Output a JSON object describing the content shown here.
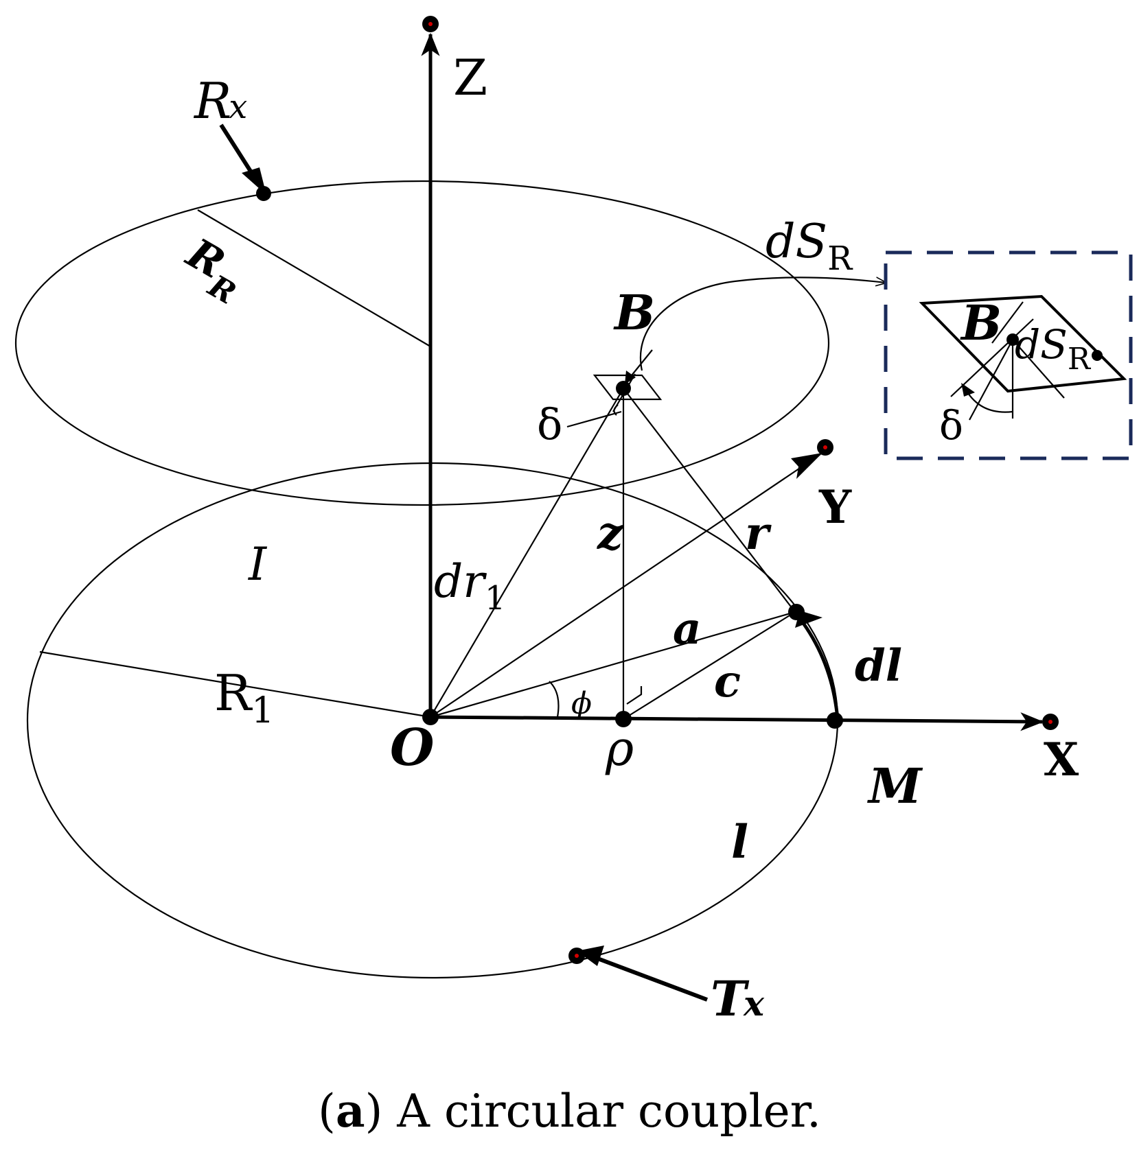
{
  "labels": {
    "axis_z": "Z",
    "axis_y": "Y",
    "axis_x": "X",
    "rx": "R",
    "rx_sub": "x",
    "rr": "R",
    "rr_sub": "R",
    "ds": "dS",
    "ds_sub": "R",
    "b_main": "B",
    "delta_main": "δ",
    "z": "z",
    "r": "r",
    "i": "I",
    "dr": "dr",
    "dr_sub": "1",
    "a": "a",
    "c": "c",
    "dl": "dl",
    "phi": "ϕ",
    "r1": "R",
    "r1_sub": "1",
    "o": "O",
    "rho": "ρ",
    "m": "M",
    "l": "l",
    "tx": "T",
    "tx_sub": "x",
    "inset_b": "B",
    "inset_ds": "dS",
    "inset_ds_sub": "R",
    "inset_delta": "δ"
  },
  "caption": {
    "open": "(",
    "letter": "a",
    "rest": ") A circular coupler."
  },
  "colors": {
    "inset_border": "#1a2a5a",
    "point_marker": "#d40000"
  }
}
